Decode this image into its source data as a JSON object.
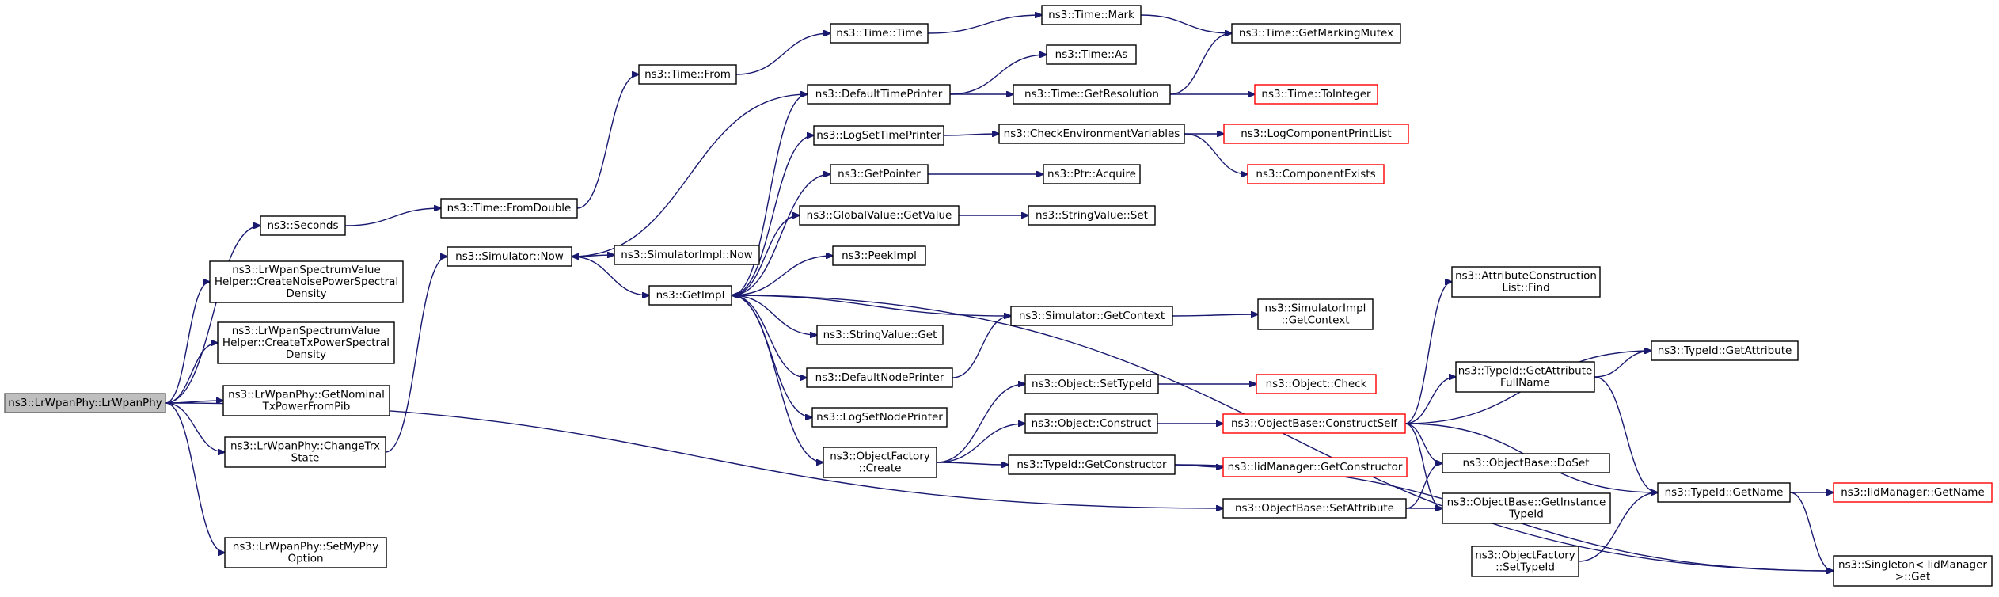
{
  "nodes": [
    {
      "id": "root",
      "lines": [
        "ns3::LrWpanPhy::LrWpanPhy"
      ],
      "color": "#bfbfbf"
    },
    {
      "id": "seconds",
      "lines": [
        "ns3::Seconds"
      ]
    },
    {
      "id": "noisepsd",
      "lines": [
        "ns3::LrWpanSpectrumValue",
        "Helper::CreateNoisePowerSpectral",
        "Density"
      ]
    },
    {
      "id": "txpsd",
      "lines": [
        "ns3::LrWpanSpectrumValue",
        "Helper::CreateTxPowerSpectral",
        "Density"
      ]
    },
    {
      "id": "nominal",
      "lines": [
        "ns3::LrWpanPhy::GetNominal",
        "TxPowerFromPib"
      ]
    },
    {
      "id": "changetrx",
      "lines": [
        "ns3::LrWpanPhy::ChangeTrx",
        "State"
      ]
    },
    {
      "id": "setmyphy",
      "lines": [
        "ns3::LrWpanPhy::SetMyPhy",
        "Option"
      ]
    },
    {
      "id": "fromdouble",
      "lines": [
        "ns3::Time::FromDouble"
      ]
    },
    {
      "id": "simnow",
      "lines": [
        "ns3::Simulator::Now"
      ]
    },
    {
      "id": "timefrom",
      "lines": [
        "ns3::Time::From"
      ]
    },
    {
      "id": "simimplnow",
      "lines": [
        "ns3::SimulatorImpl::Now"
      ]
    },
    {
      "id": "getimpl",
      "lines": [
        "ns3::GetImpl"
      ]
    },
    {
      "id": "timetime",
      "lines": [
        "ns3::Time::Time"
      ]
    },
    {
      "id": "defaulttimeprinter",
      "lines": [
        "ns3::DefaultTimePrinter"
      ]
    },
    {
      "id": "logsettimeprinter",
      "lines": [
        "ns3::LogSetTimePrinter"
      ]
    },
    {
      "id": "getpointer",
      "lines": [
        "ns3::GetPointer"
      ]
    },
    {
      "id": "globalvalue",
      "lines": [
        "ns3::GlobalValue::GetValue"
      ]
    },
    {
      "id": "peekimpl",
      "lines": [
        "ns3::PeekImpl"
      ]
    },
    {
      "id": "stringvalueget",
      "lines": [
        "ns3::StringValue::Get"
      ]
    },
    {
      "id": "defaultnodeprinter",
      "lines": [
        "ns3::DefaultNodePrinter"
      ]
    },
    {
      "id": "logsetnodeprinter",
      "lines": [
        "ns3::LogSetNodePrinter"
      ]
    },
    {
      "id": "objfactorycreate",
      "lines": [
        "ns3::ObjectFactory",
        "::Create"
      ]
    },
    {
      "id": "timemark",
      "lines": [
        "ns3::Time::Mark"
      ]
    },
    {
      "id": "timeas",
      "lines": [
        "ns3::Time::As"
      ]
    },
    {
      "id": "getresolution",
      "lines": [
        "ns3::Time::GetResolution"
      ]
    },
    {
      "id": "checkenv",
      "lines": [
        "ns3::CheckEnvironmentVariables"
      ]
    },
    {
      "id": "ptracquire",
      "lines": [
        "ns3::Ptr::Acquire"
      ]
    },
    {
      "id": "stringvalueset",
      "lines": [
        "ns3::StringValue::Set"
      ]
    },
    {
      "id": "simgetcontext",
      "lines": [
        "ns3::Simulator::GetContext"
      ]
    },
    {
      "id": "objsettypeid",
      "lines": [
        "ns3::Object::SetTypeId"
      ]
    },
    {
      "id": "objconstruct",
      "lines": [
        "ns3::Object::Construct"
      ]
    },
    {
      "id": "typeidgetconstructor",
      "lines": [
        "ns3::TypeId::GetConstructor"
      ]
    },
    {
      "id": "markingmutex",
      "lines": [
        "ns3::Time::GetMarkingMutex"
      ]
    },
    {
      "id": "tointeger",
      "lines": [
        "ns3::Time::ToInteger"
      ],
      "red": true
    },
    {
      "id": "logcomplist",
      "lines": [
        "ns3::LogComponentPrintList"
      ],
      "red": true
    },
    {
      "id": "compexists",
      "lines": [
        "ns3::ComponentExists"
      ],
      "red": true
    },
    {
      "id": "simimplgetcontext",
      "lines": [
        "ns3::SimulatorImpl",
        "::GetContext"
      ]
    },
    {
      "id": "objcheck",
      "lines": [
        "ns3::Object::Check"
      ],
      "red": true
    },
    {
      "id": "constructself",
      "lines": [
        "ns3::ObjectBase::ConstructSelf"
      ],
      "red": true
    },
    {
      "id": "iidgetconstructor",
      "lines": [
        "ns3::IidManager::GetConstructor"
      ],
      "red": true
    },
    {
      "id": "objbasesetattr",
      "lines": [
        "ns3::ObjectBase::SetAttribute"
      ]
    },
    {
      "id": "objfactorysettypeid",
      "lines": [
        "ns3::ObjectFactory",
        "::SetTypeId"
      ]
    },
    {
      "id": "attrconstructfind",
      "lines": [
        "ns3::AttributeConstruction",
        "List::Find"
      ]
    },
    {
      "id": "getattrfullname",
      "lines": [
        "ns3::TypeId::GetAttribute",
        "FullName"
      ]
    },
    {
      "id": "objbasedoset",
      "lines": [
        "ns3::ObjectBase::DoSet"
      ]
    },
    {
      "id": "getinstancetypeid",
      "lines": [
        "ns3::ObjectBase::GetInstance",
        "TypeId"
      ]
    },
    {
      "id": "typeidgetattr",
      "lines": [
        "ns3::TypeId::GetAttribute"
      ]
    },
    {
      "id": "typeidgetname",
      "lines": [
        "ns3::TypeId::GetName"
      ]
    },
    {
      "id": "iidgetname",
      "lines": [
        "ns3::IidManager::GetName"
      ],
      "red": true
    },
    {
      "id": "singletonget",
      "lines": [
        "ns3::Singleton< IidManager",
        ">::Get"
      ]
    }
  ],
  "edges": [
    [
      "root",
      "seconds"
    ],
    [
      "root",
      "noisepsd"
    ],
    [
      "root",
      "txpsd"
    ],
    [
      "root",
      "nominal"
    ],
    [
      "root",
      "changetrx"
    ],
    [
      "root",
      "setmyphy"
    ],
    [
      "root",
      "objbasesetattr"
    ],
    [
      "seconds",
      "fromdouble"
    ],
    [
      "changetrx",
      "simnow"
    ],
    [
      "fromdouble",
      "timefrom"
    ],
    [
      "timefrom",
      "timetime"
    ],
    [
      "timetime",
      "timemark"
    ],
    [
      "timemark",
      "markingmutex"
    ],
    [
      "getresolution",
      "markingmutex"
    ],
    [
      "defaulttimeprinter",
      "timeas"
    ],
    [
      "defaulttimeprinter",
      "getresolution"
    ],
    [
      "getresolution",
      "tointeger"
    ],
    [
      "defaulttimeprinter",
      "simnow"
    ],
    [
      "simnow",
      "simimplnow"
    ],
    [
      "simnow",
      "getimpl"
    ],
    [
      "getimpl",
      "defaulttimeprinter"
    ],
    [
      "getimpl",
      "logsettimeprinter"
    ],
    [
      "getimpl",
      "getpointer"
    ],
    [
      "getimpl",
      "globalvalue"
    ],
    [
      "getimpl",
      "peekimpl"
    ],
    [
      "getimpl",
      "stringvalueget"
    ],
    [
      "getimpl",
      "defaultnodeprinter"
    ],
    [
      "getimpl",
      "logsetnodeprinter"
    ],
    [
      "getimpl",
      "objfactorycreate"
    ],
    [
      "getimpl",
      "singletonget"
    ],
    [
      "simgetcontext",
      "getimpl"
    ],
    [
      "logsettimeprinter",
      "checkenv"
    ],
    [
      "checkenv",
      "logcomplist"
    ],
    [
      "checkenv",
      "compexists"
    ],
    [
      "getpointer",
      "ptracquire"
    ],
    [
      "globalvalue",
      "stringvalueset"
    ],
    [
      "defaultnodeprinter",
      "simgetcontext"
    ],
    [
      "simgetcontext",
      "simimplgetcontext"
    ],
    [
      "objfactorycreate",
      "objsettypeid"
    ],
    [
      "objfactorycreate",
      "objconstruct"
    ],
    [
      "objfactorycreate",
      "typeidgetconstructor"
    ],
    [
      "objsettypeid",
      "objcheck"
    ],
    [
      "objconstruct",
      "constructself"
    ],
    [
      "typeidgetconstructor",
      "iidgetconstructor"
    ],
    [
      "typeidgetconstructor",
      "singletonget"
    ],
    [
      "constructself",
      "attrconstructfind"
    ],
    [
      "constructself",
      "getattrfullname"
    ],
    [
      "constructself",
      "typeidgetattr"
    ],
    [
      "constructself",
      "objbasedoset"
    ],
    [
      "constructself",
      "getinstancetypeid"
    ],
    [
      "constructself",
      "typeidgetname"
    ],
    [
      "objbasesetattr",
      "objbasedoset"
    ],
    [
      "objbasesetattr",
      "getinstancetypeid"
    ],
    [
      "getattrfullname",
      "typeidgetattr"
    ],
    [
      "getattrfullname",
      "typeidgetname"
    ],
    [
      "objfactorysettypeid",
      "typeidgetname"
    ],
    [
      "typeidgetname",
      "iidgetname"
    ],
    [
      "typeidgetname",
      "singletonget"
    ]
  ]
}
